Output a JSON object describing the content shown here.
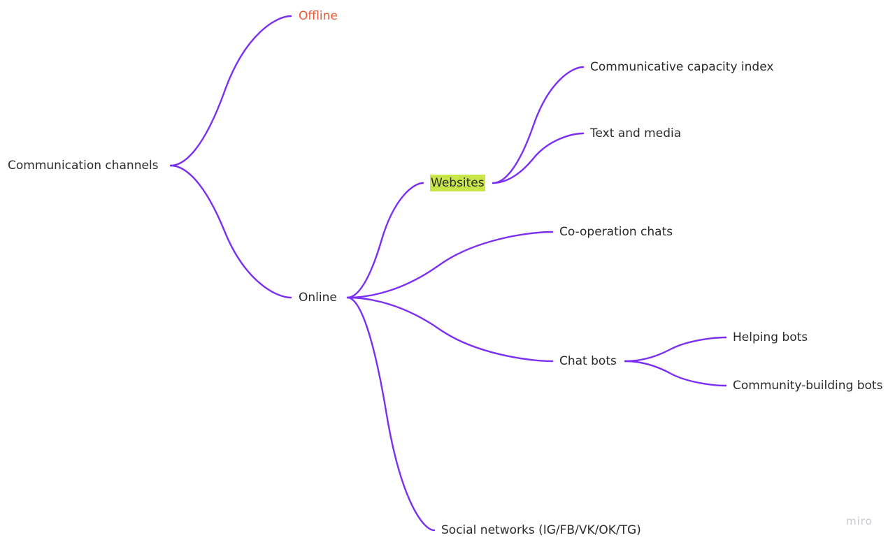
{
  "colors": {
    "edge": "#7b2ff2",
    "node_text": "#2b2b2b",
    "offline_text": "#e85a36",
    "websites_highlight": "#c9e649",
    "watermark": "#c8c8d2"
  },
  "mindmap": {
    "root": "Communication channels",
    "offline": "Offline",
    "online": "Online",
    "websites": "Websites",
    "communicative_capacity_index": "Communicative capacity index",
    "text_and_media": "Text and media",
    "cooperation_chats": "Co-operation chats",
    "chat_bots": "Chat bots",
    "helping_bots": "Helping bots",
    "community_building_bots": "Community-building bots",
    "social_networks": "Social networks (IG/FB/VK/OK/TG)"
  },
  "watermark": "miro"
}
